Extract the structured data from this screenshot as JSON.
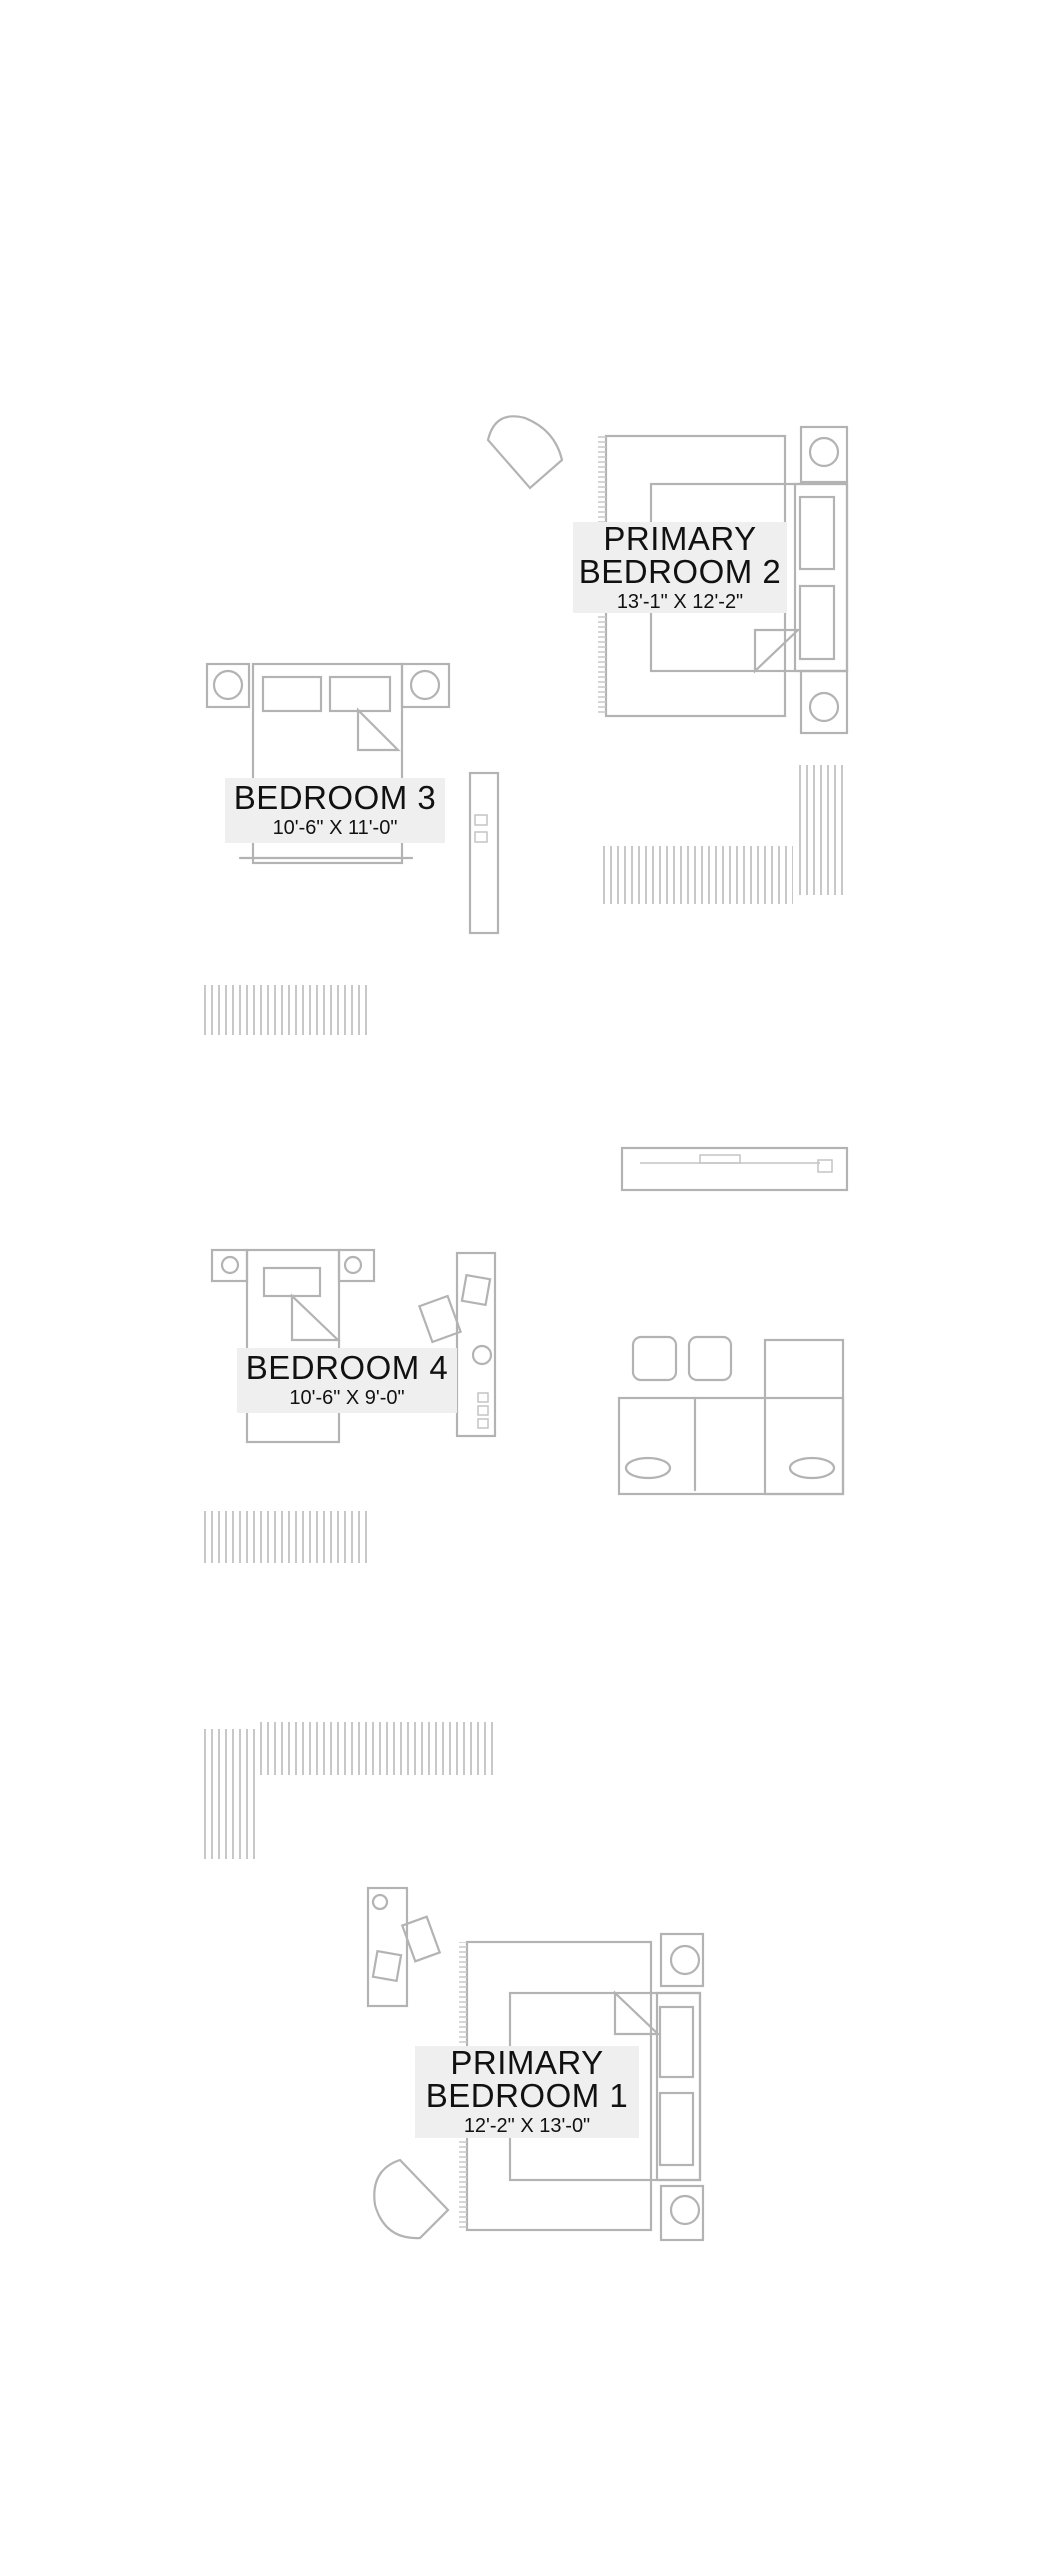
{
  "rooms": [
    {
      "name_line1": "PRIMARY",
      "name_line2": "BEDROOM 2",
      "dimensions": "13'-1\" X 12'-2\""
    },
    {
      "name_line1": "BEDROOM 3",
      "dimensions": "10'-6\" X 11'-0\""
    },
    {
      "name_line1": "BEDROOM 4",
      "dimensions": "10'-6\" X 9'-0\""
    },
    {
      "name_line1": "PRIMARY",
      "name_line2": "BEDROOM 1",
      "dimensions": "12'-2\" X 13'-0\""
    }
  ],
  "colors": {
    "sketch": "#b3b3b3",
    "label_bg": "#efefef",
    "text": "#111111"
  }
}
